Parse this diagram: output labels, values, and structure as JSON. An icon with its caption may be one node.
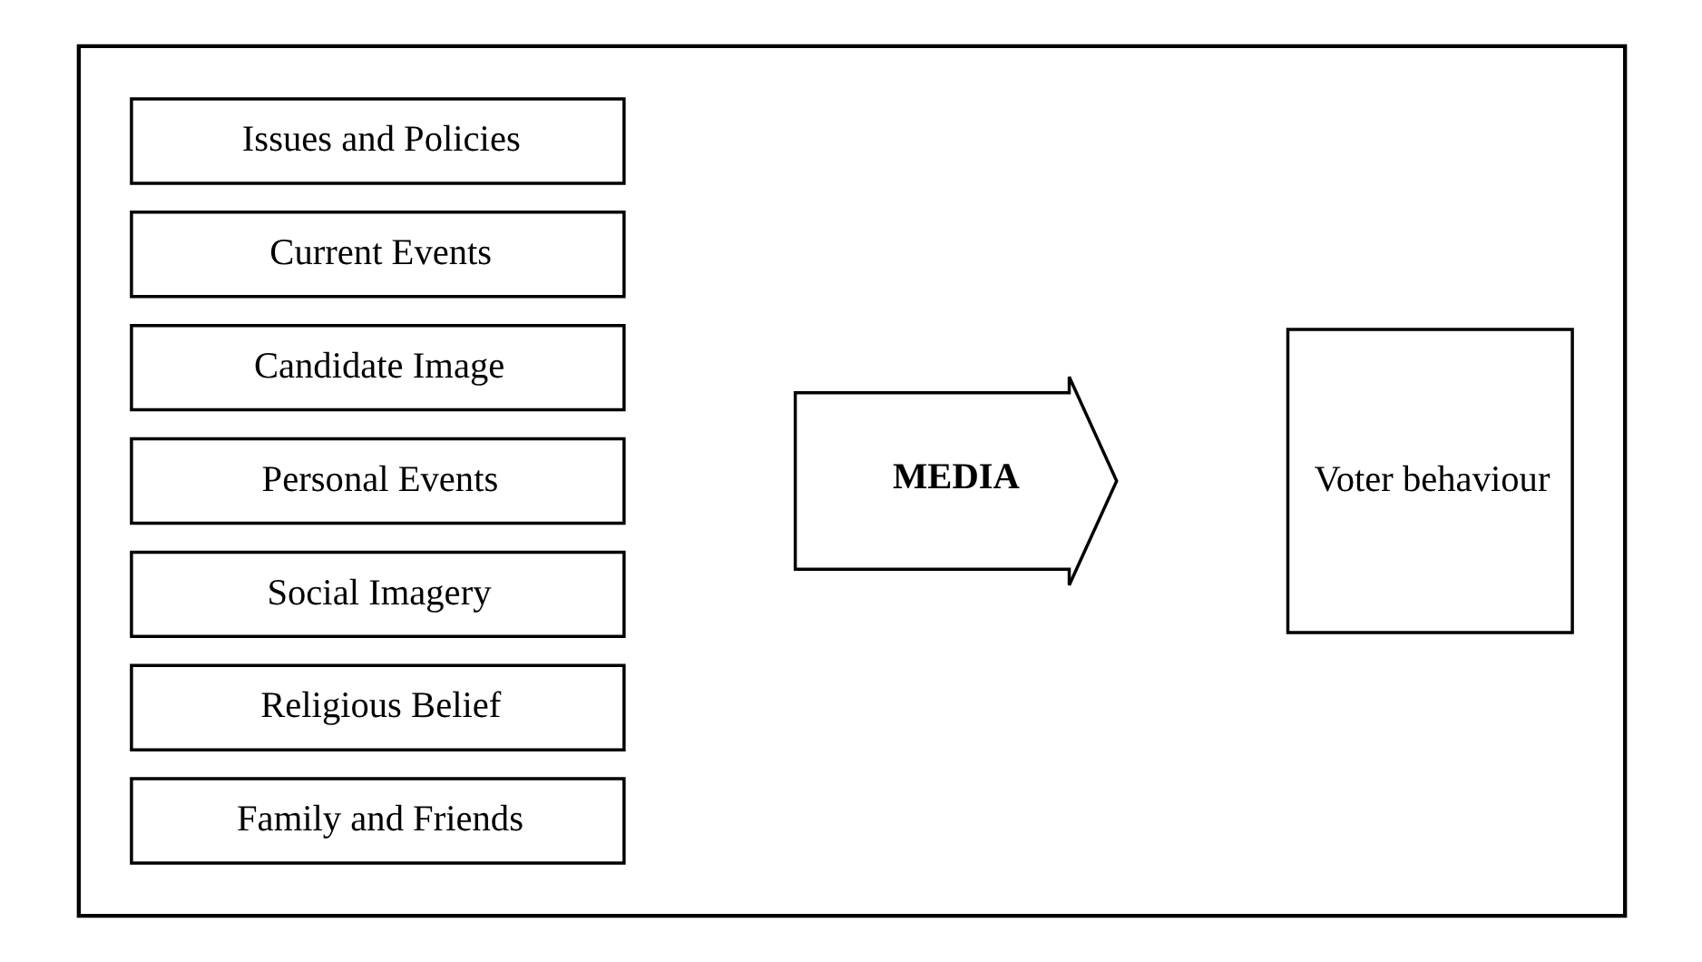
{
  "diagram": {
    "nodes": [
      {
        "text": [],
        "shape": "box"
      },
      {
        "text": [
          "Issues and Policies"
        ],
        "in": 0
      },
      {
        "text": [
          "Current Events"
        ],
        "in": 0
      },
      {
        "text": [
          "Candidate Image"
        ],
        "in": 0
      },
      {
        "text": [
          "Personal Events"
        ],
        "in": 0
      },
      {
        "text": [
          "Social Imagery"
        ],
        "in": 0
      },
      {
        "text": [
          "Religious Belief"
        ],
        "in": 0
      },
      {
        "text": [
          "Family and Friends"
        ],
        "in": 0
      },
      {
        "text": [
          "MEDIA"
        ],
        "in": 0
      },
      {
        "text": [
          "Voter behaviour"
        ],
        "in": 0
      }
    ],
    "edges": []
  }
}
